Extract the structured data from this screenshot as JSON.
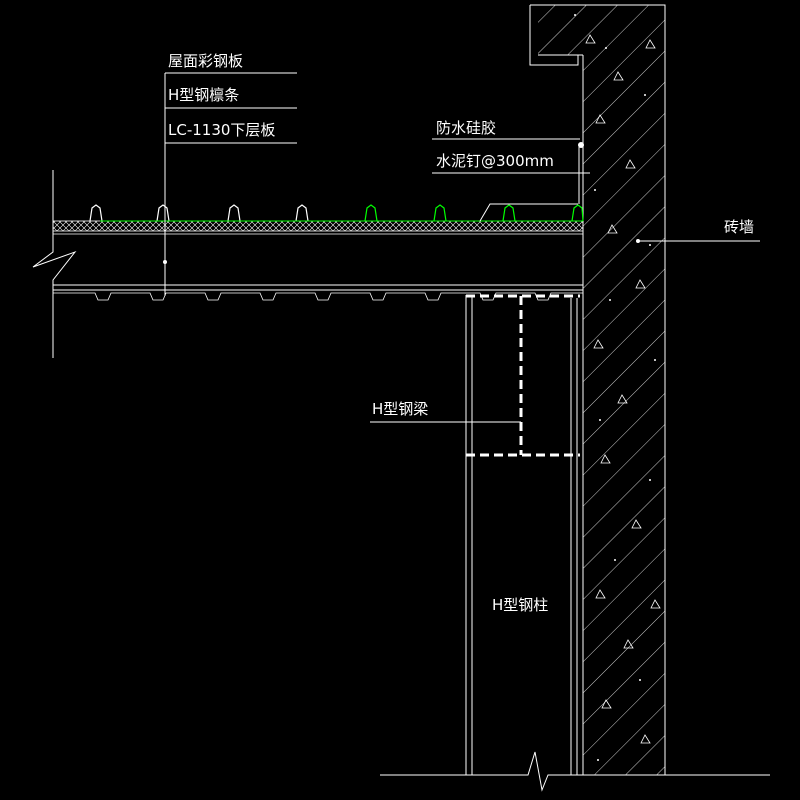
{
  "labels": {
    "roof_panel": "屋面彩钢板",
    "purlin": "H型钢檩条",
    "lower_panel": "LC-1130下层板",
    "sealant": "防水硅胶",
    "nail": "水泥钉@300mm",
    "brick_wall": "砖墙",
    "beam": "H型钢梁",
    "column": "H型钢柱"
  },
  "colors": {
    "background": "#000000",
    "line": "#ffffff",
    "accent": "#00ff00"
  }
}
